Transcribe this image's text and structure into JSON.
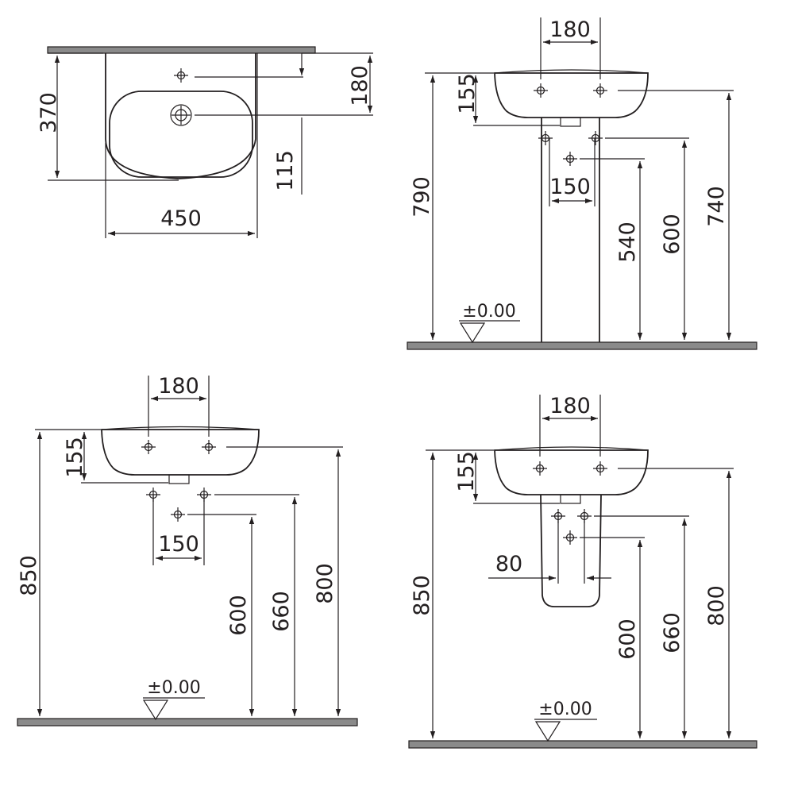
{
  "views": {
    "top": {
      "dims": {
        "depth": "370",
        "hole_offset": "180",
        "front_offset": "115",
        "width": "450"
      }
    },
    "full_pedestal": {
      "dims": {
        "hole_spacing": "180",
        "basin_height": "155",
        "rim_height": "790",
        "drain_spacing": "150",
        "trap_height": "540",
        "supply_height": "600",
        "overflow_height": "740"
      },
      "level_mark": "±0.00"
    },
    "wall_hung": {
      "dims": {
        "hole_spacing": "180",
        "basin_height": "155",
        "rim_height": "850",
        "drain_spacing": "150",
        "trap_height": "600",
        "supply_height": "660",
        "overflow_height": "800"
      },
      "level_mark": "±0.00"
    },
    "semi_pedestal": {
      "dims": {
        "hole_spacing": "180",
        "basin_height": "155",
        "rim_height": "850",
        "pedestal_width": "80",
        "trap_height": "600",
        "supply_height": "660",
        "overflow_height": "800"
      },
      "level_mark": "±0.00"
    }
  },
  "colors": {
    "line": "#231f20",
    "hatch_fill": "#8a8a8a",
    "background": "#ffffff"
  }
}
